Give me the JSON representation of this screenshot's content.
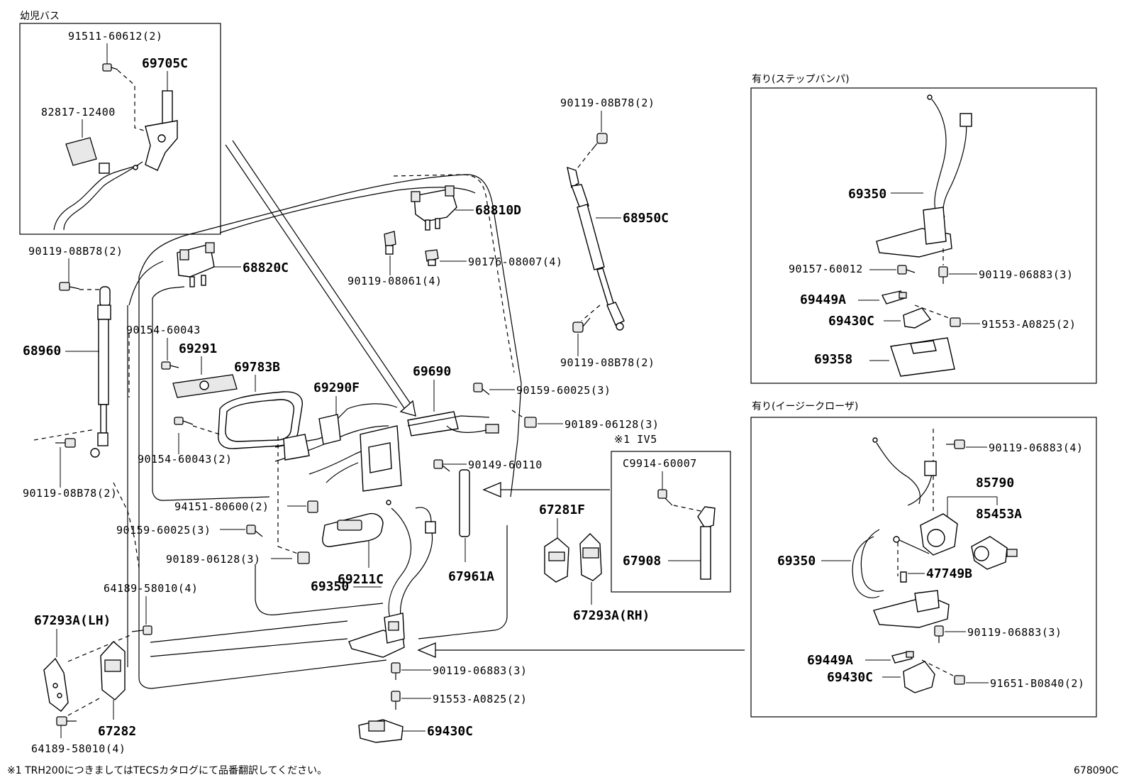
{
  "insets": {
    "kindergarten_bus": {
      "title": "幼児バス",
      "parts": [
        "91511-60612(2)",
        "69705C",
        "82817-12400"
      ]
    },
    "step_bumper": {
      "title": "有り(ステップバンパ)",
      "parts": [
        "69350",
        "90157-60012",
        "90119-06883(3)",
        "69449A",
        "69430C",
        "91553-A0825(2)",
        "69358"
      ]
    },
    "easy_closer": {
      "title": "有り(イージークローザ)",
      "parts": [
        "90119-06883(4)",
        "85790",
        "85453A",
        "69350",
        "47749B",
        "90119-06883(3)",
        "69449A",
        "69430C",
        "91651-B0840(2)"
      ]
    },
    "iv5": {
      "title": "※1 IV5",
      "parts": [
        "C9914-60007",
        "67908"
      ]
    }
  },
  "main": {
    "parts": [
      "90119-08B78(2)",
      "68960",
      "90119-08B78(2)",
      "68820C",
      "90154-60043",
      "69291",
      "69783B",
      "90154-60043(2)",
      "69290F",
      "69690",
      "68810D",
      "90119-08061(4)",
      "90176-08007(4)",
      "90119-08B78(2)",
      "68950C",
      "90119-08B78(2)",
      "90159-60025(3)",
      "90189-06128(3)",
      "90149-60110",
      "94151-80600(2)",
      "90159-60025(3)",
      "90189-06128(3)",
      "69211C",
      "69350",
      "67961A",
      "67281F",
      "67293A(RH)",
      "64189-58010(4)",
      "67293A(LH)",
      "67282",
      "64189-58010(4)",
      "90119-06883(3)",
      "91553-A0825(2)",
      "69430C"
    ]
  },
  "footnote": "※1 TRH200につきましてはTECSカタログにて品番翻訳してください。",
  "figure_id": "678090C"
}
